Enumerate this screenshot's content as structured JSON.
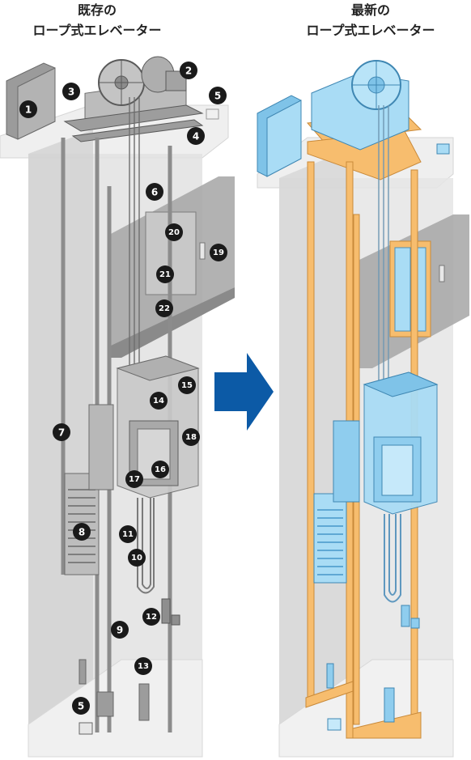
{
  "titles": {
    "left": {
      "line1": "既存の",
      "line2": "ロープ式エレベーター"
    },
    "right": {
      "line1": "最新の",
      "line2": "ロープ式エレベーター"
    }
  },
  "badges": [
    "1",
    "2",
    "3",
    "4",
    "5",
    "5",
    "6",
    "7",
    "8",
    "9",
    "10",
    "11",
    "12",
    "13",
    "14",
    "15",
    "16",
    "17",
    "18",
    "19",
    "20",
    "21",
    "22"
  ],
  "colors": {
    "shaft": "#d9d9d9",
    "equipment_grey": "#b5b5b5",
    "new_blue": "#a9dcf5",
    "rail_orange": "#f7bd6e",
    "arrow_blue": "#0c5aa6",
    "badge": "#1a1a1a"
  }
}
